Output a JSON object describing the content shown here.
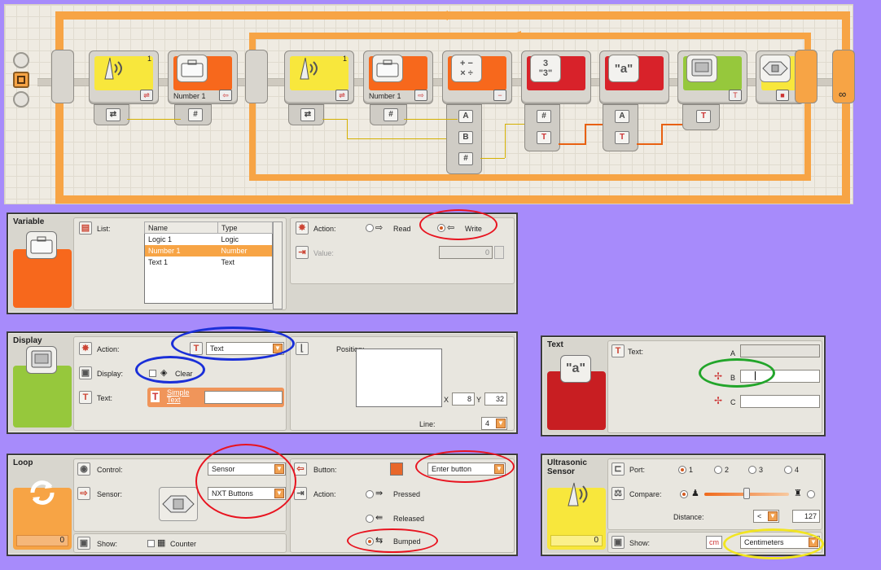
{
  "program": {
    "blocks": [
      {
        "id": "us1",
        "kind": "ultrasonic",
        "num": "1",
        "color": "#f8e73c"
      },
      {
        "id": "var1",
        "kind": "variable",
        "label": "Number 1",
        "color": "#f7681c"
      },
      {
        "id": "us2",
        "kind": "ultrasonic",
        "num": "1",
        "color": "#f8e73c"
      },
      {
        "id": "var2",
        "kind": "variable",
        "label": "Number 1",
        "color": "#f7681c"
      },
      {
        "id": "math",
        "kind": "math",
        "symbols": "+ −\n× ÷",
        "color": "#f7681c",
        "mini": "−"
      },
      {
        "id": "conv",
        "kind": "number-to-text",
        "top": "3",
        "bottom": "\"3\"",
        "color": "#d8222a"
      },
      {
        "id": "text",
        "kind": "text",
        "label": "\"a\"",
        "color": "#d8222a"
      },
      {
        "id": "disp",
        "kind": "display",
        "color": "#96c83c",
        "mini": "T"
      },
      {
        "id": "nxtbtn",
        "kind": "nxt-buttons",
        "color": "#f8e73c"
      }
    ],
    "plugs": {
      "logic": "⇄",
      "number": "#",
      "text": "T",
      "a": "A",
      "b": "B"
    },
    "loop_infinity": "∞"
  },
  "variable_panel": {
    "title": "Variable",
    "list_label": "List:",
    "columns": [
      "Name",
      "Type"
    ],
    "rows": [
      {
        "name": "Logic 1",
        "type": "Logic",
        "selected": false
      },
      {
        "name": "Number 1",
        "type": "Number",
        "selected": true
      },
      {
        "name": "Text 1",
        "type": "Text",
        "selected": false
      }
    ],
    "action_label": "Action:",
    "read_label": "Read",
    "write_label": "Write",
    "value_label": "Value:",
    "value": "0",
    "color": "#f7681c"
  },
  "display_panel": {
    "title": "Display",
    "action_label": "Action:",
    "action_value": "Text",
    "display_label": "Display:",
    "clear_label": "Clear",
    "text_label": "Text:",
    "simple_text_label": "Simple Text",
    "position_label": "Position:",
    "x_label": "X",
    "x_value": "8",
    "y_label": "Y",
    "y_value": "32",
    "line_label": "Line:",
    "line_value": "4",
    "color": "#96c83c"
  },
  "text_panel": {
    "title": "Text",
    "icon_text": "\"a\"",
    "text_label": "Text:",
    "a_label": "A",
    "b_label": "B",
    "c_label": "C",
    "color": "#c81e22"
  },
  "loop_panel": {
    "title": "Loop",
    "control_label": "Control:",
    "control_value": "Sensor",
    "sensor_label": "Sensor:",
    "sensor_value": "NXT Buttons",
    "show_label": "Show:",
    "counter_label": "Counter",
    "count_value": "0",
    "button_label": "Button:",
    "button_value": "Enter button",
    "action_label": "Action:",
    "pressed_label": "Pressed",
    "released_label": "Released",
    "bumped_label": "Bumped",
    "color": "#f7a445"
  },
  "ultrasonic_panel": {
    "title": "Ultrasonic Sensor",
    "port_label": "Port:",
    "ports": [
      "1",
      "2",
      "3",
      "4"
    ],
    "selected_port": "1",
    "compare_label": "Compare:",
    "distance_label": "Distance:",
    "distance_op": "<",
    "distance_value": "127",
    "show_label": "Show:",
    "unit_abbr": "cm",
    "unit_value": "Centimeters",
    "count_value": "0",
    "slider_level": 0.5,
    "color": "#f8e73c"
  }
}
